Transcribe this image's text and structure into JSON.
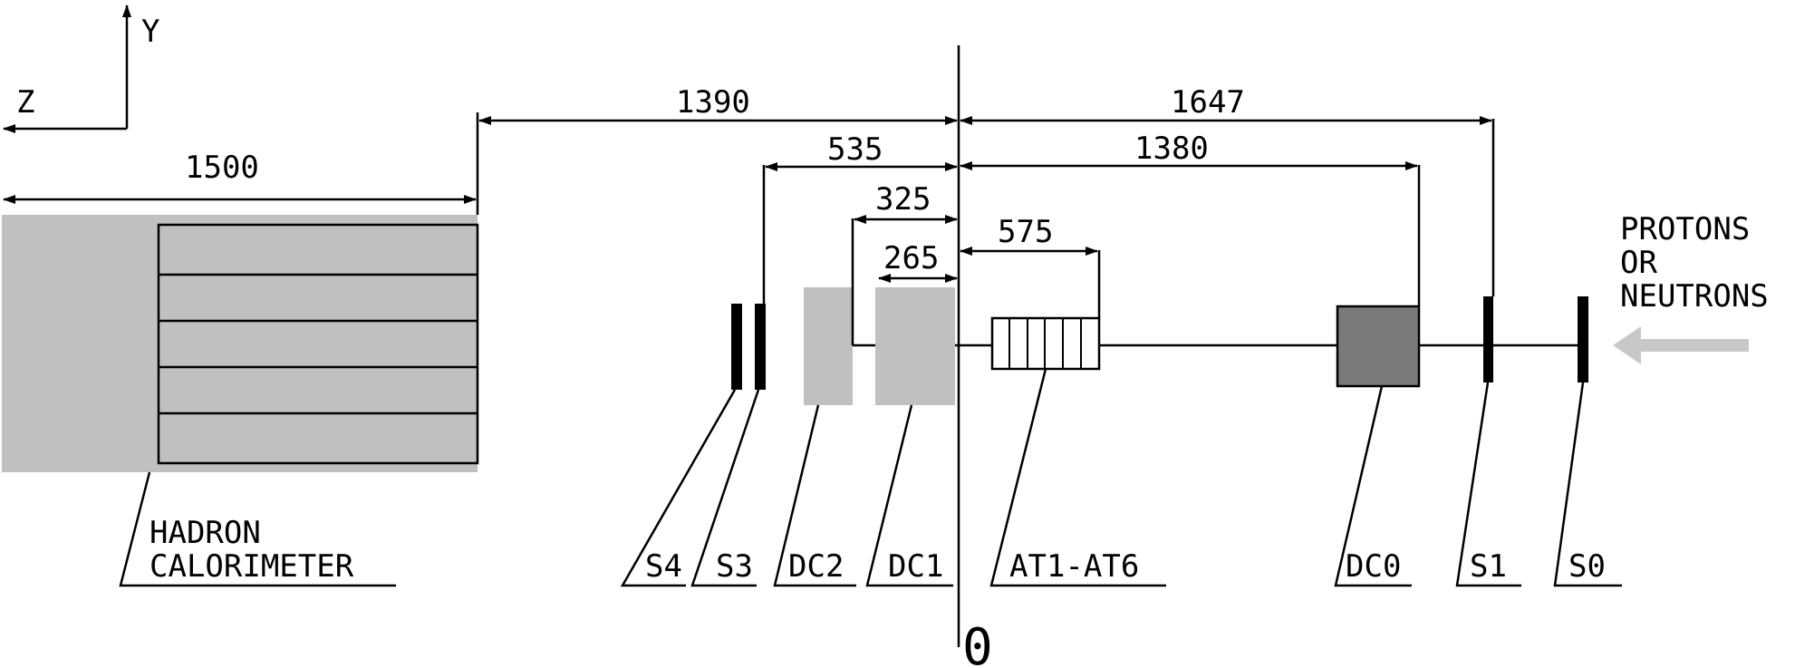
{
  "axes": {
    "y_label": "Y",
    "z_label": "Z"
  },
  "dimensions": {
    "d1500": "1500",
    "d1390": "1390",
    "d535": "535",
    "d325": "325",
    "d265": "265",
    "d575": "575",
    "d1380": "1380",
    "d1647": "1647"
  },
  "origin_label": "0",
  "beam": {
    "line1": "PROTONS",
    "line2": "OR",
    "line3": "NEUTRONS"
  },
  "labels": {
    "calorimeter_line1": "HADRON",
    "calorimeter_line2": "CALORIMETER",
    "s4": "S4",
    "s3": "S3",
    "dc2": "DC2",
    "dc1": "DC1",
    "at": "AT1-AT6",
    "dc0": "DC0",
    "s1": "S1",
    "s0": "S0"
  },
  "colors": {
    "light_gray": "#c0c0c0",
    "dark_gray": "#7a7a7a",
    "arrow_gray": "#c8c8c8",
    "line": "#000000"
  }
}
